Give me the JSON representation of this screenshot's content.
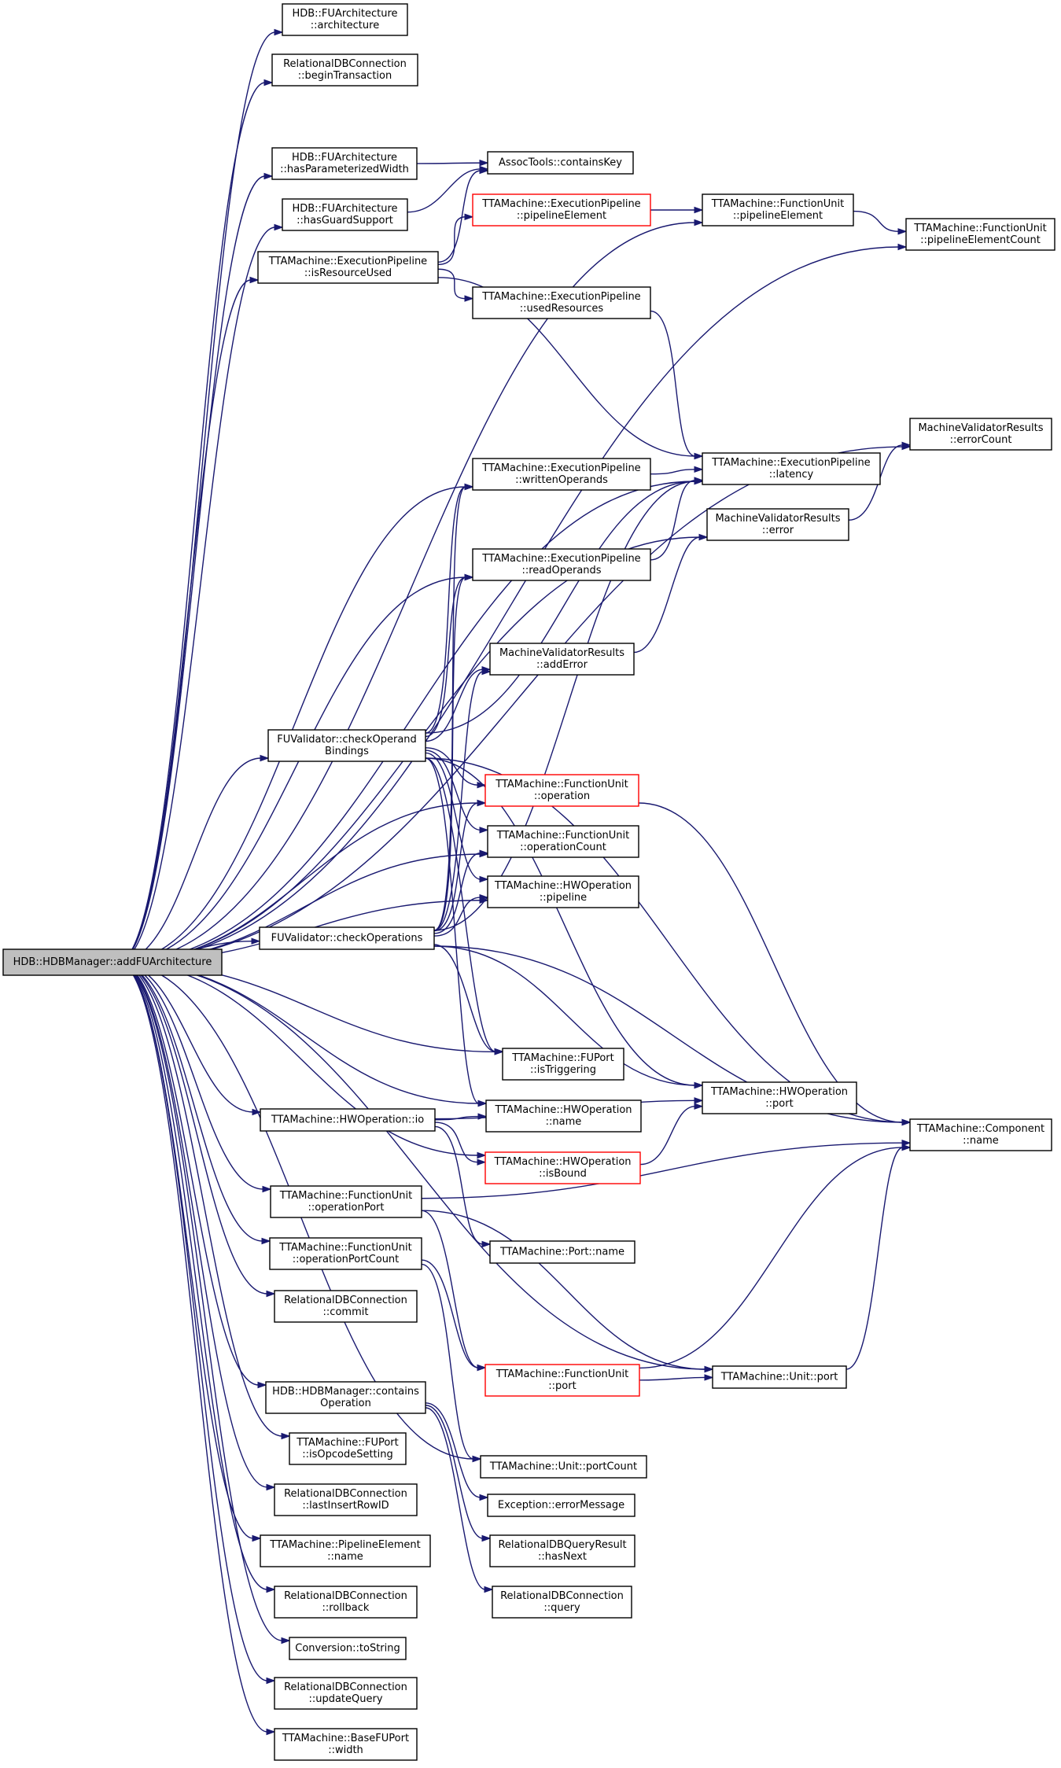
{
  "nodes": [
    {
      "id": "root",
      "lines": [
        "HDB::HDBManager::addFUArchitecture"
      ],
      "style": "root"
    },
    {
      "id": "n1",
      "lines": [
        "HDB::FUArchitecture",
        "::architecture"
      ]
    },
    {
      "id": "n2",
      "lines": [
        "RelationalDBConnection",
        "::beginTransaction"
      ]
    },
    {
      "id": "n3",
      "lines": [
        "HDB::FUArchitecture",
        "::hasParameterizedWidth"
      ]
    },
    {
      "id": "n4",
      "lines": [
        "AssocTools::containsKey"
      ]
    },
    {
      "id": "n5",
      "lines": [
        "HDB::FUArchitecture",
        "::hasGuardSupport"
      ]
    },
    {
      "id": "n6",
      "lines": [
        "TTAMachine::ExecutionPipeline",
        "::pipelineElement"
      ],
      "style": "red"
    },
    {
      "id": "n7",
      "lines": [
        "TTAMachine::FunctionUnit",
        "::pipelineElement"
      ]
    },
    {
      "id": "n8",
      "lines": [
        "TTAMachine::FunctionUnit",
        "::pipelineElementCount"
      ]
    },
    {
      "id": "n9",
      "lines": [
        "TTAMachine::ExecutionPipeline",
        "::isResourceUsed"
      ]
    },
    {
      "id": "n10",
      "lines": [
        "TTAMachine::ExecutionPipeline",
        "::usedResources"
      ]
    },
    {
      "id": "n11",
      "lines": [
        "MachineValidatorResults",
        "::errorCount"
      ]
    },
    {
      "id": "n12",
      "lines": [
        "TTAMachine::ExecutionPipeline",
        "::writtenOperands"
      ]
    },
    {
      "id": "n13",
      "lines": [
        "TTAMachine::ExecutionPipeline",
        "::latency"
      ]
    },
    {
      "id": "n14",
      "lines": [
        "MachineValidatorResults",
        "::error"
      ]
    },
    {
      "id": "n15",
      "lines": [
        "TTAMachine::ExecutionPipeline",
        "::readOperands"
      ]
    },
    {
      "id": "n16",
      "lines": [
        "MachineValidatorResults",
        "::addError"
      ]
    },
    {
      "id": "n17",
      "lines": [
        "FUValidator::checkOperand",
        "Bindings"
      ]
    },
    {
      "id": "n18",
      "lines": [
        "TTAMachine::FunctionUnit",
        "::operation"
      ],
      "style": "red"
    },
    {
      "id": "n19",
      "lines": [
        "TTAMachine::FunctionUnit",
        "::operationCount"
      ]
    },
    {
      "id": "n20",
      "lines": [
        "TTAMachine::HWOperation",
        "::pipeline"
      ]
    },
    {
      "id": "n21",
      "lines": [
        "FUValidator::checkOperations"
      ]
    },
    {
      "id": "n22",
      "lines": [
        "TTAMachine::FUPort",
        "::isTriggering"
      ]
    },
    {
      "id": "n23",
      "lines": [
        "TTAMachine::HWOperation",
        "::port"
      ]
    },
    {
      "id": "n24",
      "lines": [
        "TTAMachine::HWOperation::io"
      ]
    },
    {
      "id": "n25",
      "lines": [
        "TTAMachine::HWOperation",
        "::name"
      ]
    },
    {
      "id": "n26",
      "lines": [
        "TTAMachine::Component",
        "::name"
      ]
    },
    {
      "id": "n27",
      "lines": [
        "TTAMachine::HWOperation",
        "::isBound"
      ],
      "style": "red"
    },
    {
      "id": "n28",
      "lines": [
        "TTAMachine::FunctionUnit",
        "::operationPort"
      ]
    },
    {
      "id": "n29",
      "lines": [
        "TTAMachine::Port::name"
      ]
    },
    {
      "id": "n30",
      "lines": [
        "TTAMachine::FunctionUnit",
        "::operationPortCount"
      ]
    },
    {
      "id": "n31",
      "lines": [
        "RelationalDBConnection",
        "::commit"
      ]
    },
    {
      "id": "n32",
      "lines": [
        "TTAMachine::FunctionUnit",
        "::port"
      ],
      "style": "red"
    },
    {
      "id": "n33",
      "lines": [
        "TTAMachine::Unit::port"
      ]
    },
    {
      "id": "n34",
      "lines": [
        "HDB::HDBManager::contains",
        "Operation"
      ]
    },
    {
      "id": "n35",
      "lines": [
        "TTAMachine::FUPort",
        "::isOpcodeSetting"
      ]
    },
    {
      "id": "n36",
      "lines": [
        "TTAMachine::Unit::portCount"
      ]
    },
    {
      "id": "n37",
      "lines": [
        "Exception::errorMessage"
      ]
    },
    {
      "id": "n38",
      "lines": [
        "RelationalDBConnection",
        "::lastInsertRowID"
      ]
    },
    {
      "id": "n39",
      "lines": [
        "TTAMachine::PipelineElement",
        "::name"
      ]
    },
    {
      "id": "n40",
      "lines": [
        "RelationalDBQueryResult",
        "::hasNext"
      ]
    },
    {
      "id": "n41",
      "lines": [
        "RelationalDBConnection",
        "::rollback"
      ]
    },
    {
      "id": "n42",
      "lines": [
        "RelationalDBConnection",
        "::query"
      ]
    },
    {
      "id": "n43",
      "lines": [
        "Conversion::toString"
      ]
    },
    {
      "id": "n44",
      "lines": [
        "RelationalDBConnection",
        "::updateQuery"
      ]
    },
    {
      "id": "n45",
      "lines": [
        "TTAMachine::BaseFUPort",
        "::width"
      ]
    }
  ],
  "edges": [
    [
      "root",
      "n1"
    ],
    [
      "root",
      "n2"
    ],
    [
      "root",
      "n7"
    ],
    [
      "root",
      "n3"
    ],
    [
      "root",
      "n5"
    ],
    [
      "root",
      "n9"
    ],
    [
      "root",
      "n8"
    ],
    [
      "root",
      "n11"
    ],
    [
      "root",
      "n13"
    ],
    [
      "root",
      "n12"
    ],
    [
      "root",
      "n14"
    ],
    [
      "root",
      "n15"
    ],
    [
      "root",
      "n17"
    ],
    [
      "root",
      "n18"
    ],
    [
      "root",
      "n19"
    ],
    [
      "root",
      "n20"
    ],
    [
      "root",
      "n21"
    ],
    [
      "root",
      "n22"
    ],
    [
      "root",
      "n25"
    ],
    [
      "root",
      "n27"
    ],
    [
      "root",
      "n24"
    ],
    [
      "root",
      "n28"
    ],
    [
      "root",
      "n30"
    ],
    [
      "root",
      "n31"
    ],
    [
      "root",
      "n33"
    ],
    [
      "root",
      "n34"
    ],
    [
      "root",
      "n35"
    ],
    [
      "root",
      "n36"
    ],
    [
      "root",
      "n38"
    ],
    [
      "root",
      "n39"
    ],
    [
      "root",
      "n41"
    ],
    [
      "root",
      "n43"
    ],
    [
      "root",
      "n44"
    ],
    [
      "root",
      "n45"
    ],
    [
      "n3",
      "n4"
    ],
    [
      "n5",
      "n4"
    ],
    [
      "n9",
      "n4"
    ],
    [
      "n9",
      "n6"
    ],
    [
      "n9",
      "n10"
    ],
    [
      "n9",
      "n13"
    ],
    [
      "n6",
      "n7"
    ],
    [
      "n7",
      "n8"
    ],
    [
      "n10",
      "n13"
    ],
    [
      "n12",
      "n13"
    ],
    [
      "n14",
      "n11"
    ],
    [
      "n15",
      "n13"
    ],
    [
      "n16",
      "n14"
    ],
    [
      "n17",
      "n12"
    ],
    [
      "n17",
      "n15"
    ],
    [
      "n17",
      "n16"
    ],
    [
      "n17",
      "n13"
    ],
    [
      "n17",
      "n18"
    ],
    [
      "n17",
      "n19"
    ],
    [
      "n17",
      "n20"
    ],
    [
      "n17",
      "n22"
    ],
    [
      "n17",
      "n23"
    ],
    [
      "n17",
      "n25"
    ],
    [
      "n17",
      "n26"
    ],
    [
      "n21",
      "n12"
    ],
    [
      "n21",
      "n15"
    ],
    [
      "n21",
      "n16"
    ],
    [
      "n21",
      "n18"
    ],
    [
      "n21",
      "n19"
    ],
    [
      "n21",
      "n20"
    ],
    [
      "n21",
      "n13"
    ],
    [
      "n21",
      "n22"
    ],
    [
      "n21",
      "n23"
    ],
    [
      "n21",
      "n26"
    ],
    [
      "n18",
      "n26"
    ],
    [
      "n27",
      "n23"
    ],
    [
      "n24",
      "n25"
    ],
    [
      "n24",
      "n27"
    ],
    [
      "n24",
      "n23"
    ],
    [
      "n24",
      "n29"
    ],
    [
      "n28",
      "n32"
    ],
    [
      "n28",
      "n33"
    ],
    [
      "n28",
      "n26"
    ],
    [
      "n30",
      "n32"
    ],
    [
      "n30",
      "n36"
    ],
    [
      "n32",
      "n33"
    ],
    [
      "n32",
      "n26"
    ],
    [
      "n33",
      "n26"
    ],
    [
      "n34",
      "n37"
    ],
    [
      "n34",
      "n40"
    ],
    [
      "n34",
      "n42"
    ]
  ]
}
